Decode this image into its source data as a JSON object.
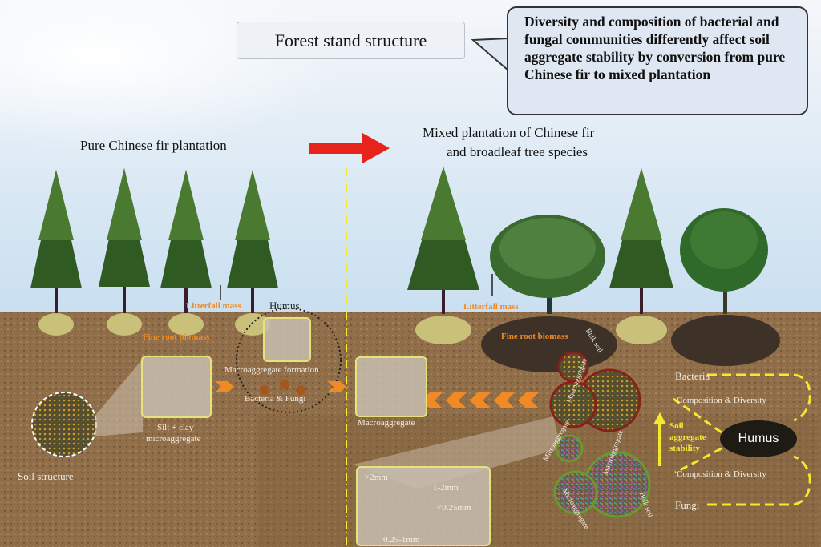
{
  "header": {
    "title": "Forest stand structure",
    "callout": "Diversity and composition of bacterial and fungal communities differently affect soil aggregate stability by conversion from pure Chinese fir to mixed plantation"
  },
  "left_panel": {
    "heading": "Pure Chinese fir plantation",
    "litterfall": "Litterfall mass",
    "humus": "Humus",
    "fine_root": "Fine root biomass",
    "macro_formation": "Macroaggregate formation",
    "bacteria_fungi": "Bacteria & Fungi",
    "micro_label_1": "Silt + clay",
    "micro_label_2": "microaggregate",
    "soil_structure": "Soil structure"
  },
  "right_panel": {
    "heading_1": "Mixed plantation of Chinese fir",
    "heading_2": "and broadleaf tree species",
    "litterfall": "Litterfall mass",
    "fine_root": "Fine root biomass",
    "macroaggregate": "Macroaggregate",
    "circle_labels": [
      "Bulk soil",
      "Macroaggregate",
      "Microaggregate",
      "Macroaggregate",
      "Microaggregate",
      "Bulk soil"
    ],
    "size_classes": [
      ">2mm",
      "1-2mm",
      "<0.25mm",
      "0.25-1mm"
    ],
    "bacteria": "Bacteria",
    "fungi": "Fungi",
    "composition_top": "Composition & Diversity",
    "composition_bottom": "Composition & Diversity",
    "stability_1": "Soil",
    "stability_2": "aggregate",
    "stability_3": "stability",
    "humus": "Humus"
  },
  "colors": {
    "arrow": "#e8231c",
    "divider": "#f4ea2a",
    "soil": "#8b6a45",
    "label_orange": "#f08a24",
    "bubble_fill": "#dfe8f2"
  }
}
